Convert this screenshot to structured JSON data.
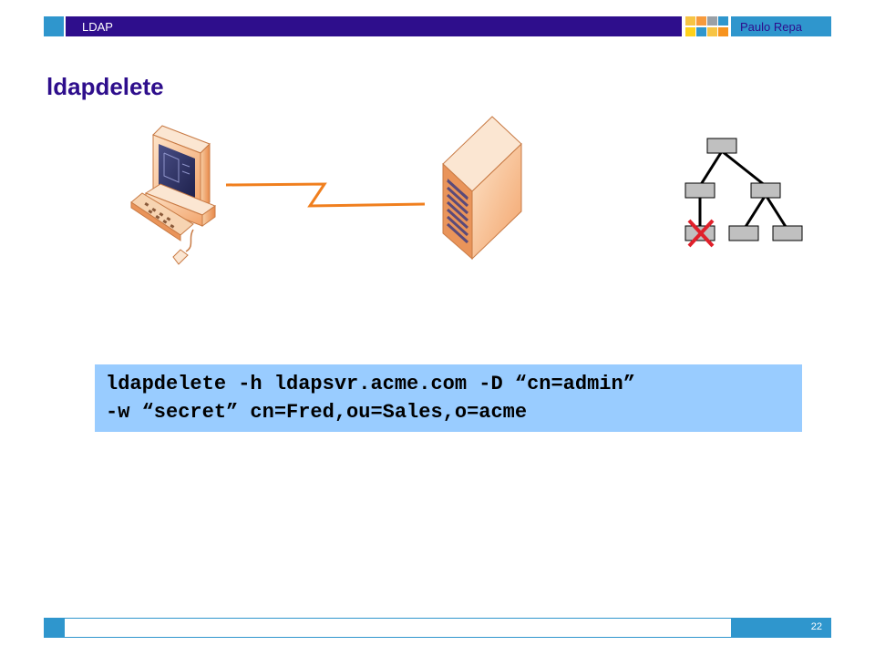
{
  "header": {
    "title": "LDAP",
    "author": "Paulo Repa",
    "tile_colors": [
      "#f7c444",
      "#f79a3c",
      "#9aa0a6",
      "#2f96cd",
      "#ffd11a",
      "#2f96cd",
      "#f7c444",
      "#f7931e"
    ]
  },
  "slide": {
    "title": "ldapdelete"
  },
  "command": {
    "line1": "ldapdelete -h ldapsvr.acme.com -D “cn=admin”",
    "line2": "-w “secret” cn=Fred,ou=Sales,o=acme"
  },
  "footer": {
    "page_number": "22"
  },
  "colors": {
    "brand_dark": "#2e0e8c",
    "brand_blue": "#2f96cd",
    "link_orange": "#f07f1e",
    "delete_red": "#e0202a",
    "command_bg": "#99ccff"
  },
  "icons": {
    "client": "desktop-computer-icon",
    "server": "server-tower-icon",
    "connection": "network-link-icon",
    "tree": "directory-tree-icon",
    "delete": "delete-x-icon"
  }
}
